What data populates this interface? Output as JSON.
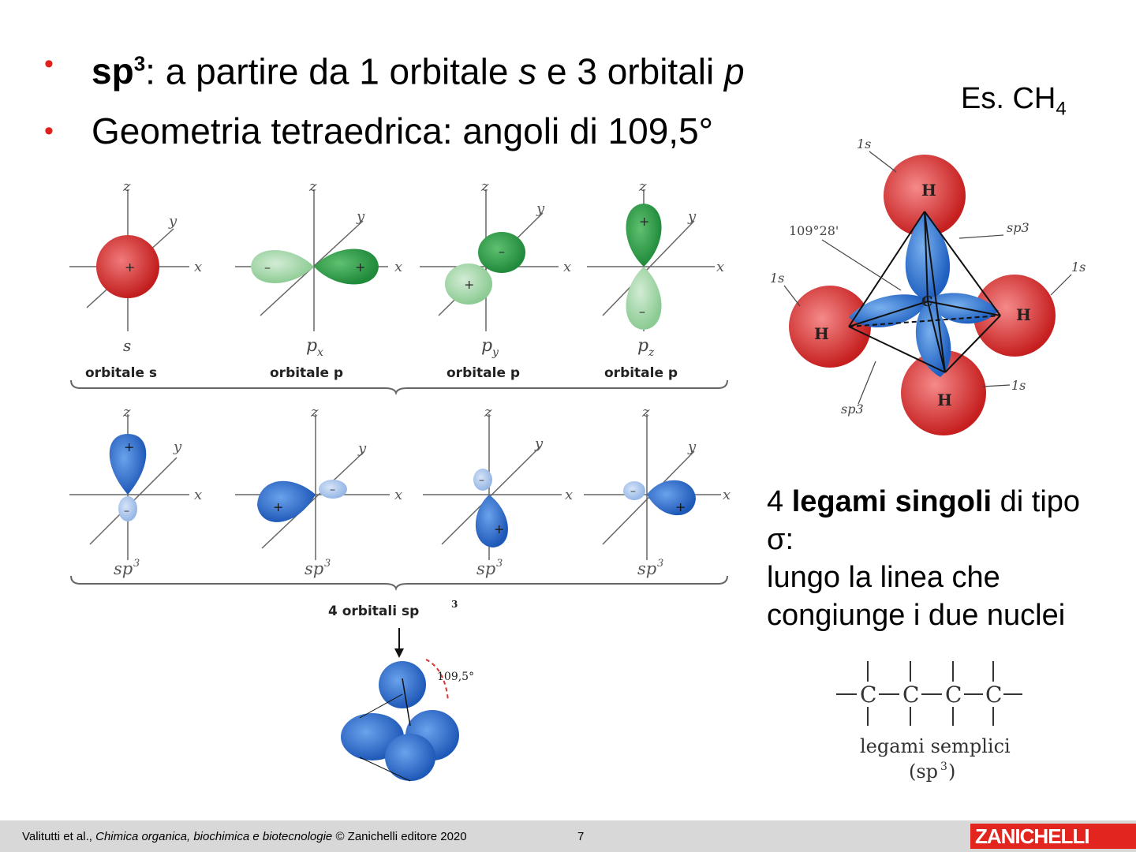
{
  "bullets": {
    "item1": {
      "prefix": "sp",
      "sup": "3",
      "text_a": ": a partire da 1 orbitale ",
      "s": "s",
      "text_b": " e 3 orbitali ",
      "p": "p"
    },
    "item2": "Geometria tetraedrica: angoli di 109,5°"
  },
  "example": {
    "label": "Es. CH",
    "sub": "4"
  },
  "description": {
    "num": "4 ",
    "bold": "legami singoli",
    "rest": " di tipo σ:",
    "line2": "lungo la linea che congiunge i due nuclei"
  },
  "orbital_figure": {
    "axes": {
      "x": "x",
      "y": "y",
      "z": "z"
    },
    "top_sublabels": [
      "s",
      "p",
      "p",
      "p"
    ],
    "top_subscripts": [
      "",
      "x",
      "y",
      "z"
    ],
    "top_labels": [
      "orbitale s",
      "orbitale p",
      "orbitale p",
      "orbitale p"
    ],
    "signs": {
      "plus": "+",
      "minus": "–"
    },
    "hybrid_base": "sp",
    "hybrid_sup": "3",
    "group_label_text": "4 orbitali sp",
    "group_label_sup": "3",
    "angle": "109,5°",
    "colors": {
      "s": "#d42a2a",
      "p": "#2e9e48",
      "p_light": "#9fd4a4",
      "sp3": "#2f6fd0",
      "sp3_light": "#a9c4ec"
    }
  },
  "ch4_figure": {
    "atom_H": "H",
    "atom_C": "C",
    "orbital_1s": "1s",
    "orbital_sp3": "sp3",
    "angle": "109°28'"
  },
  "chain_figure": {
    "atom": "C",
    "caption": "legami semplici",
    "caption2": "(sp",
    "caption2_sup": "3",
    "caption2_end": ")"
  },
  "footer": {
    "authors": "Valitutti et al., ",
    "book": "Chimica organica, biochimica e biotecnologie",
    "publisher": " © Zanichelli editore 2020",
    "page": "7",
    "logo": "ZANICHELLI"
  }
}
